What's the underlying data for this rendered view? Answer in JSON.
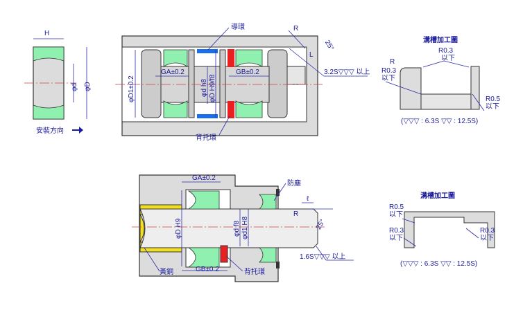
{
  "left_part": {
    "h": "H",
    "phi_d": "φd",
    "phi_D": "φD",
    "install_direction": "安裝方向"
  },
  "top_drawing": {
    "guide_ring": "導環",
    "backup_ring": "背托環",
    "ga": "GA±0.2",
    "gb": "GB±0.2",
    "d1": "φD1±0.2",
    "dh8": "φd h8",
    "dh9f8": "φD H9/f8",
    "r": "R",
    "angle": "25°",
    "l": "L",
    "finish": "3.2S▽▽▽ 以上"
  },
  "top_groove": {
    "title": "溝槽加工圖",
    "r": "R",
    "r03_top": "R0.3",
    "under_top": "以下",
    "r03_left": "R0.3",
    "under_left": "以下",
    "r05": "R0.5",
    "under_r05": "以下",
    "legend": "(▽▽▽ : 6.3S ▽▽ : 12.5S)"
  },
  "bottom_drawing": {
    "dust": "防塵",
    "ga": "GA±0.2",
    "gb": "GB±0.2",
    "dH9": "φD H9",
    "df8": "φd f8",
    "d1H8": "φd1 H8",
    "brass": "黃銅",
    "backup_ring": "背托環",
    "r": "R",
    "l": "ℓ",
    "angle": "25°",
    "finish": "1.6S▽▽▽ 以上"
  },
  "bottom_groove": {
    "title": "溝槽加工圖",
    "r05": "R0.5",
    "under_r05": "以下",
    "r03_left": "R0.3",
    "under_left": "以下",
    "r03_right": "R0.3",
    "under_right": "以下",
    "legend": "(▽▽▽ : 6.3S ▽▽ : 12.5S)"
  }
}
